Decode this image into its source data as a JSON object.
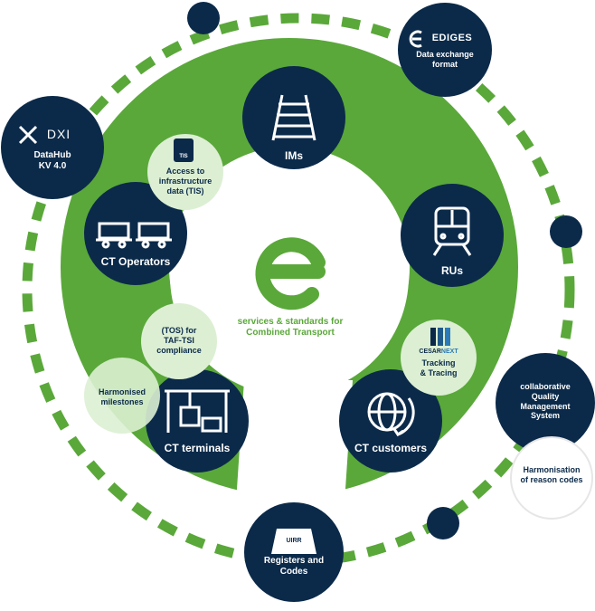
{
  "colors": {
    "navy": "#0b2a4a",
    "green": "#5aa83a",
    "light_green": "#dcefd3",
    "white": "#ffffff"
  },
  "center": {
    "logo_icon": "e-logo-icon",
    "caption_line1": "services & standards for",
    "caption_line2": "Combined Transport"
  },
  "nodes": {
    "ims": {
      "label": "IMs",
      "icon": "railway-track-icon"
    },
    "rus": {
      "label": "RUs",
      "icon": "train-front-icon"
    },
    "ct_operators": {
      "label": "CT Operators",
      "icon": "freight-wagons-icon"
    },
    "ct_terminals": {
      "label": "CT terminals",
      "icon": "terminal-crane-icon"
    },
    "ct_customers": {
      "label": "CT customers",
      "icon": "globe-arrow-icon"
    }
  },
  "bubbles": {
    "tis": {
      "logo": "TIS",
      "line1": "Access to",
      "line2": "infrastructure",
      "line3": "data (TIS)"
    },
    "tos": {
      "line1": "(TOS) for",
      "line2": "TAF-TSI",
      "line3": "compliance"
    },
    "milestones": {
      "line1": "Harmonised",
      "line2": "milestones"
    },
    "cesar": {
      "logo_a": "CESAR",
      "logo_b": "NEXT",
      "line1": "Tracking",
      "line2": "& Tracing"
    },
    "reason_codes": {
      "line1": "Harmonisation",
      "line2": "of reason codes"
    }
  },
  "outer": {
    "xdxi": {
      "logo": "DXI",
      "line1": "DataHub",
      "line2": "KV 4.0"
    },
    "ediges": {
      "logo": "EDIGES",
      "line1": "Data exchange",
      "line2": "format"
    },
    "quality": {
      "line1": "collaborative",
      "line2": "Quality",
      "line3": "Management",
      "line4": "System"
    },
    "registers": {
      "logo": "UIRR",
      "line1": "Registers and",
      "line2": "Codes"
    }
  }
}
